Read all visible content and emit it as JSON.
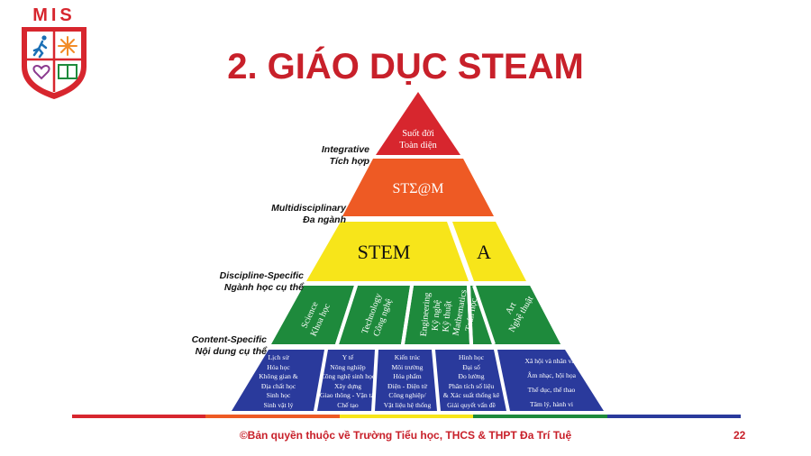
{
  "logo": {
    "text": "MIS"
  },
  "title": "2. GIÁO DỤC STEAM",
  "pyramid": {
    "top": {
      "lines": [
        "Suốt đời",
        "Toàn diện"
      ],
      "color": "#d7262e"
    },
    "steam": {
      "label": "STΣ@M",
      "color": "#ee5a24"
    },
    "stem": {
      "label": "STEM",
      "a_label": "A",
      "color": "#f7e51a"
    },
    "disciplines": [
      {
        "lines": [
          "Science",
          "Khoa học"
        ]
      },
      {
        "lines": [
          "Technology",
          "Công nghệ"
        ]
      },
      {
        "lines": [
          "Engineering",
          "Kỹ nghệ",
          "Kỹ thuật"
        ]
      },
      {
        "lines": [
          "Mathematics",
          "Toán học"
        ]
      },
      {
        "lines": [
          "Art",
          "Nghệ thuật"
        ]
      }
    ],
    "discipline_color": "#1e8a3c",
    "contents": [
      {
        "lines": [
          "Lịch sử",
          "Hóa học",
          "Không gian &",
          "Địa chất học",
          "Sinh học",
          "Sinh vật lý"
        ]
      },
      {
        "lines": [
          "Y tế",
          "Nông nghiệp",
          "Công nghệ sinh học",
          "Xây dựng",
          "Giao thông - Vận tải",
          "Chế tạo"
        ]
      },
      {
        "lines": [
          "Kiến trúc",
          "Môi trường",
          "Hóa phẩm",
          "Điện - Điện tử",
          "Công nghiệp/",
          "Vật liệu hệ thống"
        ]
      },
      {
        "lines": [
          "Hình học",
          "Đại số",
          "Đo lường",
          "Phân tích số liệu",
          "& Xác suất thống kê",
          "Giải quyết vấn đề"
        ]
      },
      {
        "lines": [
          "Xã hội và nhân văn",
          "Âm nhạc, hội họa",
          "Thể dục, thể thao",
          "Tâm lý, hành vi"
        ]
      }
    ],
    "content_color": "#2a3a9c"
  },
  "side_labels": [
    {
      "en": "Integrative",
      "vi": "Tích hợp"
    },
    {
      "en": "Multidisciplinary",
      "vi": "Đa ngành"
    },
    {
      "en": "Discipline-Specific",
      "vi": "Ngành học cụ thể"
    },
    {
      "en": "Content-Specific",
      "vi": "Nội dung cụ thể"
    }
  ],
  "rainbow_colors": [
    "#d7262e",
    "#ee5a24",
    "#f7e51a",
    "#1e8a3c",
    "#2a3a9c"
  ],
  "footer": "©Bản quyền thuộc về Trường Tiểu học, THCS & THPT Đa Trí Tuệ",
  "page_number": "22"
}
